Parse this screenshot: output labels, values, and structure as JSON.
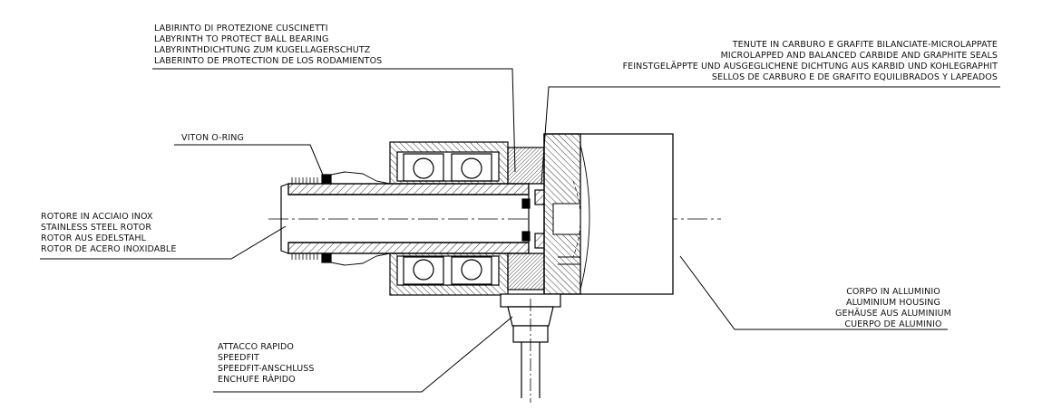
{
  "labels": {
    "bearing_labyrinth": [
      "LABIRINTO DI PROTEZIONE CUSCINETTI",
      "LABYRINTH TO PROTECT BALL BEARING",
      "LABYRINTHDICHTUNG ZUM KUGELLAGERSCHUTZ",
      "LABERINTO DE PROTECTION DE LOS RODAMIENTOS"
    ],
    "seals": [
      "TENUTE IN CARBURO E GRAFITE BILANCIATE-MICROLAPPATE",
      "MICROLAPPED AND BALANCED CARBIDE AND GRAPHITE SEALS",
      "FEINSTGELÄPPTE UND AUSGEGLICHENE DICHTUNG AUS KARBID UND KOHLEGRAPHIT",
      "SELLOS DE CARBURO E DE GRAFITO EQUILIBRADOS Y LAPEADOS"
    ],
    "o_ring": [
      "VITON O-RING"
    ],
    "rotor": [
      "ROTORE IN ACCIAIO INOX",
      "STAINLESS STEEL ROTOR",
      "ROTOR AUS EDELSTAHL",
      "ROTOR DE ACERO INOXIDABLE"
    ],
    "housing": [
      "CORPO IN ALLUMINIO",
      "ALUMINIUM HOUSING",
      "GEHÄUSE AUS ALUMINIUM",
      "CUERPO DE ALUMINIO"
    ],
    "speedfit": [
      "ATTACCO RAPIDO",
      "SPEEDFIT",
      "SPEEDFIT-ANSCHLUSS",
      "ENCHUFE RÀPIDO"
    ]
  }
}
